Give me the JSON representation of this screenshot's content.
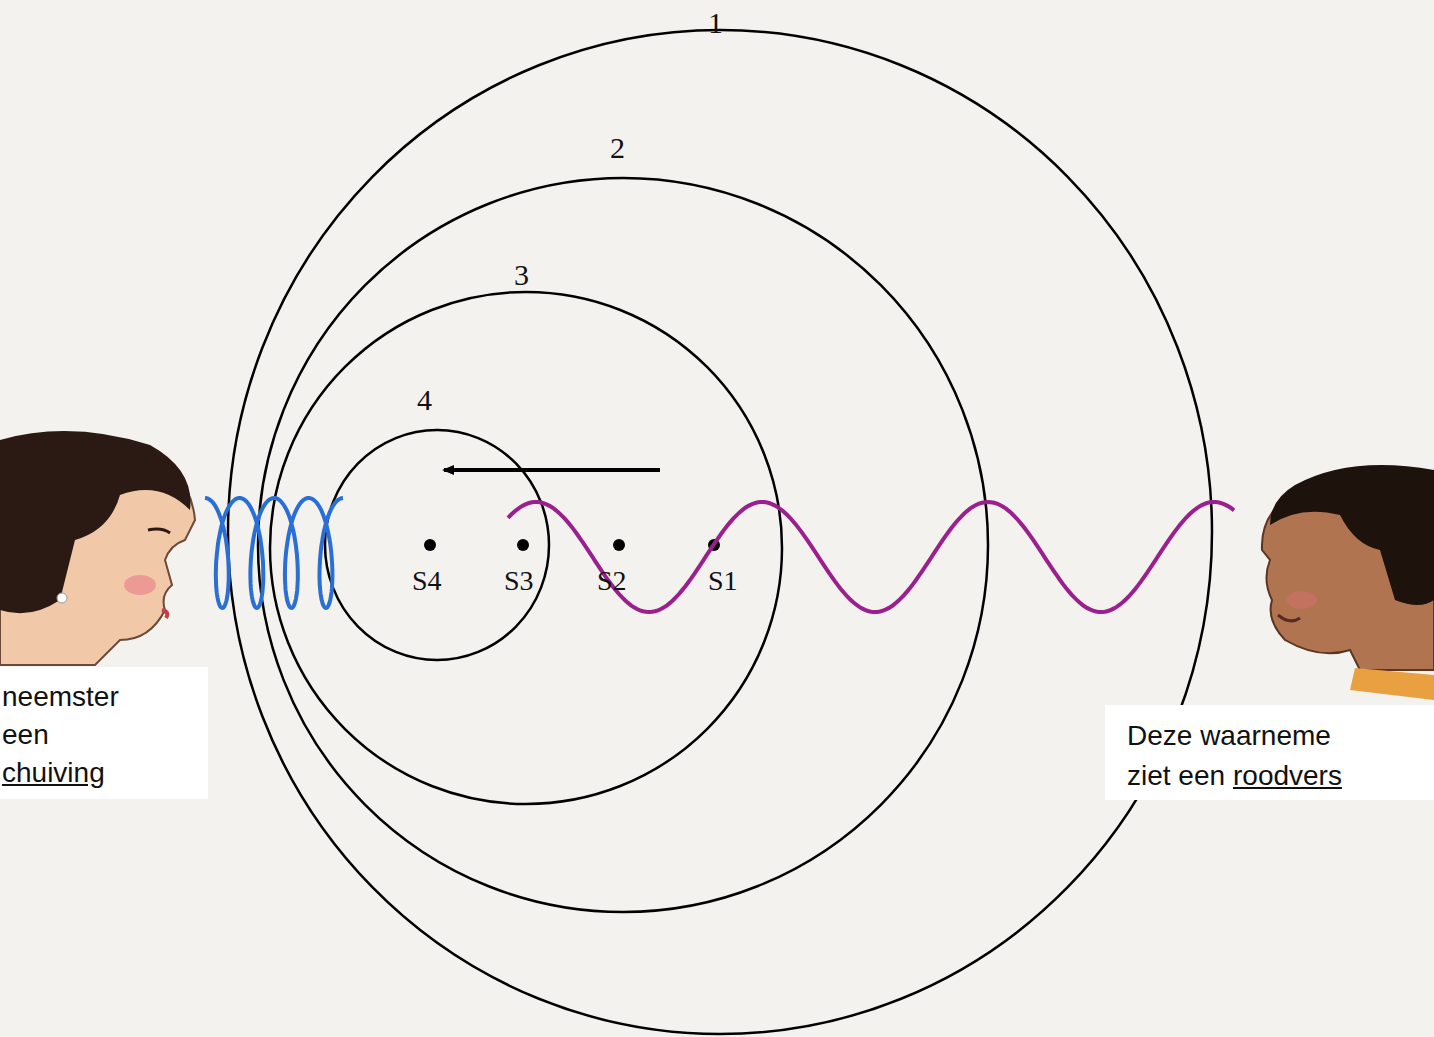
{
  "diagram": {
    "labels": [
      "1",
      "2",
      "3",
      "4",
      "S4",
      "S3",
      "S2",
      "S1",
      "neemster",
      "een",
      "chuiving",
      "Deze waarneme",
      "ziet een",
      "roodvers"
    ]
  }
}
